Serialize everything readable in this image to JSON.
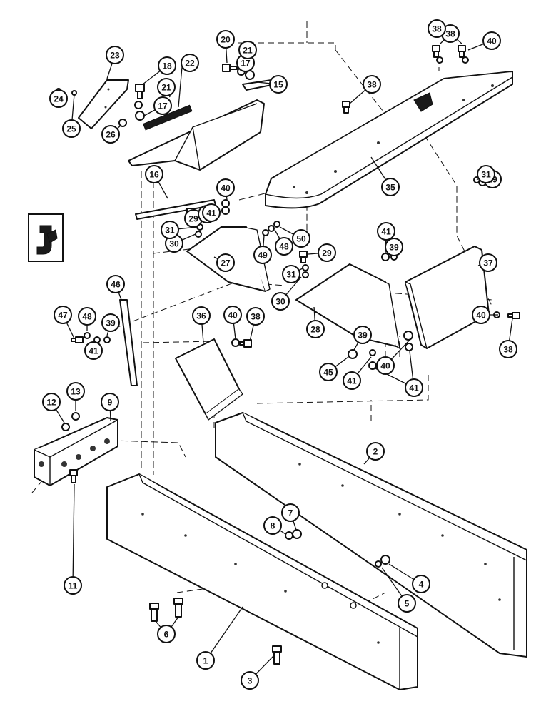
{
  "diagram": {
    "callouts": [
      "1",
      "2",
      "3",
      "4",
      "5",
      "6",
      "7",
      "8",
      "9",
      "11",
      "12",
      "13",
      "15",
      "16",
      "17",
      "17",
      "18",
      "19",
      "20",
      "21",
      "21",
      "22",
      "23",
      "24",
      "25",
      "26",
      "27",
      "28",
      "29",
      "29",
      "30",
      "30",
      "31",
      "31",
      "31",
      "35",
      "36",
      "37",
      "38",
      "38",
      "38",
      "38",
      "38",
      "39",
      "39",
      "39",
      "39",
      "40",
      "40",
      "40",
      "40",
      "40",
      "41",
      "41",
      "41",
      "41",
      "41",
      "45",
      "46",
      "47",
      "48",
      "48",
      "49",
      "50"
    ]
  }
}
